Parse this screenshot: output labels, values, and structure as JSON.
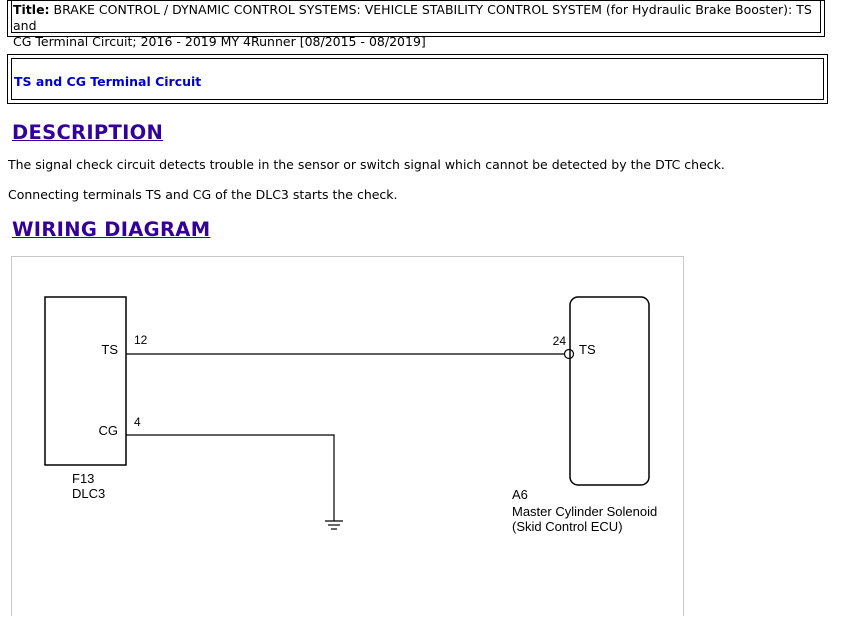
{
  "header": {
    "title_label": "Title:",
    "title_line1": " BRAKE CONTROL / DYNAMIC CONTROL SYSTEMS: VEHICLE STABILITY CONTROL SYSTEM (for Hydraulic Brake Booster): TS and",
    "title_line2": "CG Terminal Circuit; 2016 - 2019 MY 4Runner [08/2015 - 08/2019]"
  },
  "subtitle": "TS and CG Terminal Circuit",
  "description": {
    "heading": "DESCRIPTION",
    "paragraph1": "The signal check circuit detects trouble in the sensor or switch signal which cannot be detected by the DTC check.",
    "paragraph2": "Connecting terminals TS and CG of the DLC3 starts the check."
  },
  "wiring": {
    "heading": "WIRING DIAGRAM",
    "left_component": {
      "code": "F13",
      "name": "DLC3",
      "pins": [
        {
          "label": "TS",
          "number": "12"
        },
        {
          "label": "CG",
          "number": "4"
        }
      ]
    },
    "right_component": {
      "code": "A6",
      "name_line1": "Master Cylinder Solenoid",
      "name_line2": "(Skid Control ECU)",
      "pin": {
        "label": "TS",
        "number": "24"
      }
    }
  }
}
